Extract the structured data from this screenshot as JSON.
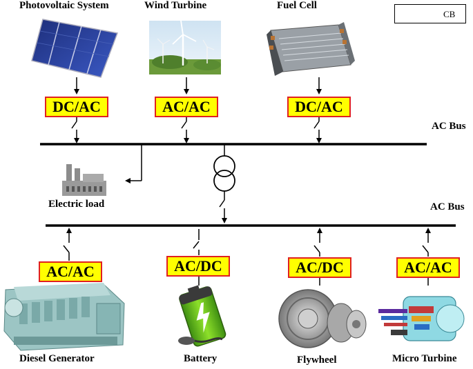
{
  "legend": {
    "label": "CB"
  },
  "sources": [
    {
      "name": "Photovoltaic System",
      "converter": "DC/AC"
    },
    {
      "name": "Wind Turbine",
      "converter": "AC/AC"
    },
    {
      "name": "Fuel Cell",
      "converter": "DC/AC"
    }
  ],
  "top_bus": {
    "label": "AC Bus"
  },
  "load": {
    "label": "Electric load"
  },
  "bottom_bus": {
    "label": "AC Bus"
  },
  "storage": [
    {
      "name": "Diesel Generator",
      "converter": "AC/AC"
    },
    {
      "name": "Battery",
      "converter": "AC/DC"
    },
    {
      "name": "Flywheel",
      "converter": "AC/DC"
    },
    {
      "name": "Micro Turbine",
      "converter": "AC/AC"
    }
  ]
}
